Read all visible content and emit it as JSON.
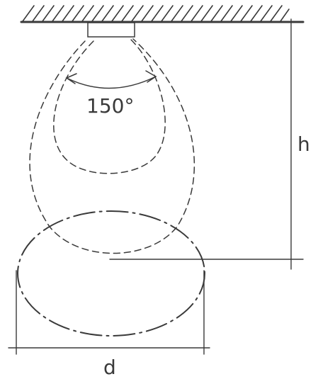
{
  "labels": {
    "beam_angle": "150°",
    "height": "h",
    "diameter": "d"
  },
  "colors": {
    "line": "#3a3a3a",
    "background": "#ffffff"
  }
}
